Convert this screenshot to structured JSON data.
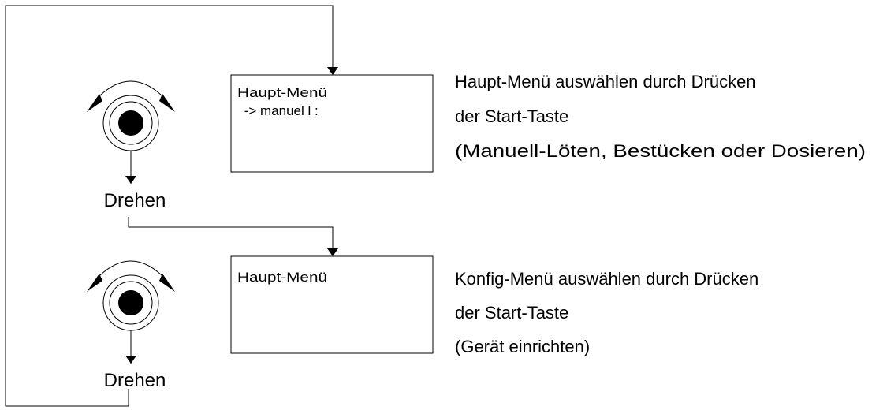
{
  "knob_label": "Drehen",
  "steps": [
    {
      "display_lines": [
        "Haupt-Menü",
        " -> manuel l :"
      ],
      "description": [
        "Haupt-Menü auswählen durch Drücken",
        "der Start-Taste",
        "(Manuell-Löten, Bestücken oder Dosieren)"
      ]
    },
    {
      "display_lines": [
        "Haupt-Menü"
      ],
      "description": [
        "Konfig-Menü auswählen durch Drücken",
        "der Start-Taste",
        "(Gerät einrichten)"
      ]
    }
  ]
}
